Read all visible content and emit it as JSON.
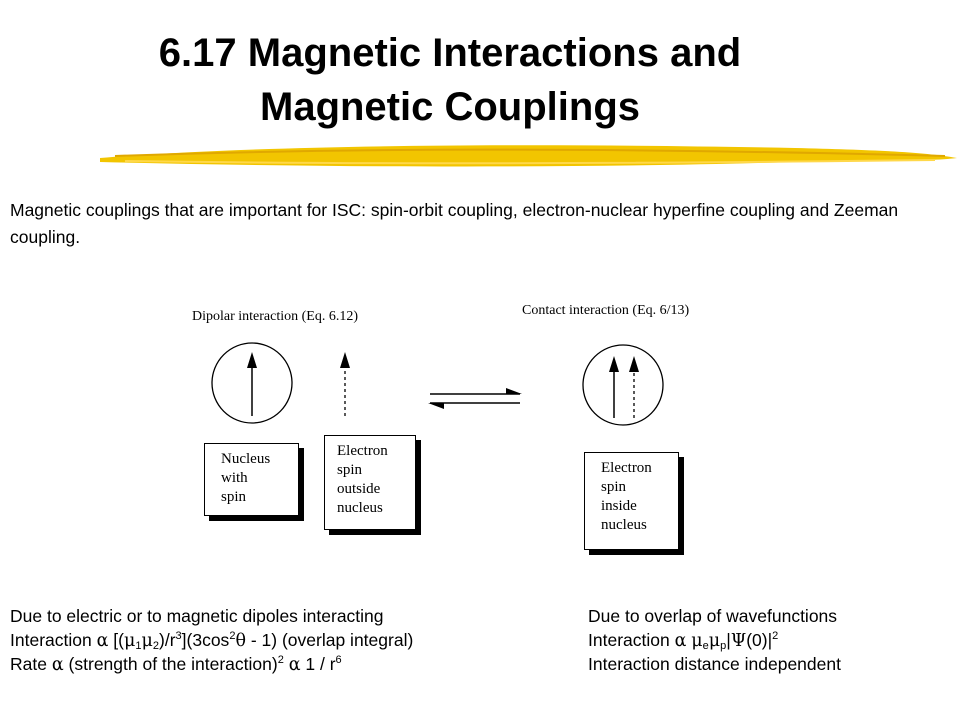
{
  "title": {
    "line1": "6.17 Magnetic Interactions and",
    "line2": "Magnetic Couplings"
  },
  "intro": "Magnetic couplings that are important for ISC: spin-orbit coupling, electron-nuclear hyperfine coupling and Zeeman coupling.",
  "figure": {
    "dipolar_label": "Dipolar interaction (Eq. 6.12)",
    "contact_label": "Contact interaction (Eq. 6/13)",
    "box_nucleus": [
      "Nucleus",
      "with",
      "spin"
    ],
    "box_electron_outside": [
      "Electron",
      "spin",
      "outside",
      "nucleus"
    ],
    "box_electron_inside": [
      "Electron",
      "spin",
      "inside",
      "nucleus"
    ]
  },
  "left_notes": {
    "line1": "Due to electric or to magnetic dipoles interacting",
    "line2_prefix": "Interaction",
    "alpha": "α",
    "mu": "μ",
    "theta": "θ",
    "line2_a": "[(",
    "sub1": "1",
    "sub2": "2",
    "line2_b": ")/r",
    "sup3": "3",
    "line2_c": "](3cos",
    "sup2": "2",
    "line2_d": "- 1) (overlap integral)",
    "line3_prefix": "Rate",
    "line3_a": "(strength of the interaction)",
    "line3_b": "1 / r",
    "sup6": "6"
  },
  "right_notes": {
    "line1": "Due to overlap of wavefunctions",
    "line2_prefix": "Interaction",
    "sub_e": "e",
    "sub_p": "p",
    "psi": "Ψ",
    "line2_a": "(0)|",
    "bar": "|",
    "line3": "Interaction distance independent"
  }
}
